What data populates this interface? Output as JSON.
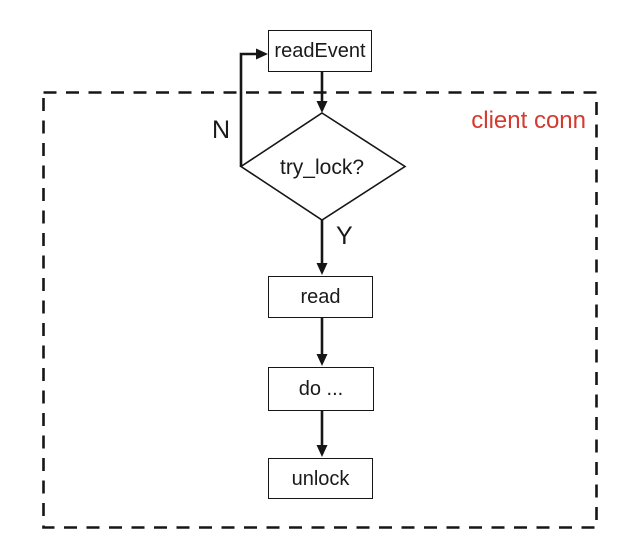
{
  "diagram": {
    "type": "flowchart",
    "region_label": "client conn",
    "region_label_color": "#d43a2f",
    "line_color": "#161616",
    "background_color": "#ffffff",
    "nodes": {
      "read_event": {
        "label": "readEvent",
        "shape": "rectangle"
      },
      "try_lock": {
        "label": "try_lock?",
        "shape": "diamond"
      },
      "read": {
        "label": "read",
        "shape": "rectangle"
      },
      "do_work": {
        "label": "do ...",
        "shape": "rectangle"
      },
      "unlock": {
        "label": "unlock",
        "shape": "rectangle"
      }
    },
    "branch_labels": {
      "no": "N",
      "yes": "Y"
    },
    "edges": [
      {
        "from": "read_event",
        "to": "try_lock",
        "label": ""
      },
      {
        "from": "try_lock",
        "to": "read_event",
        "label": "N"
      },
      {
        "from": "try_lock",
        "to": "read",
        "label": "Y"
      },
      {
        "from": "read",
        "to": "do_work",
        "label": ""
      },
      {
        "from": "do_work",
        "to": "unlock",
        "label": ""
      }
    ]
  }
}
